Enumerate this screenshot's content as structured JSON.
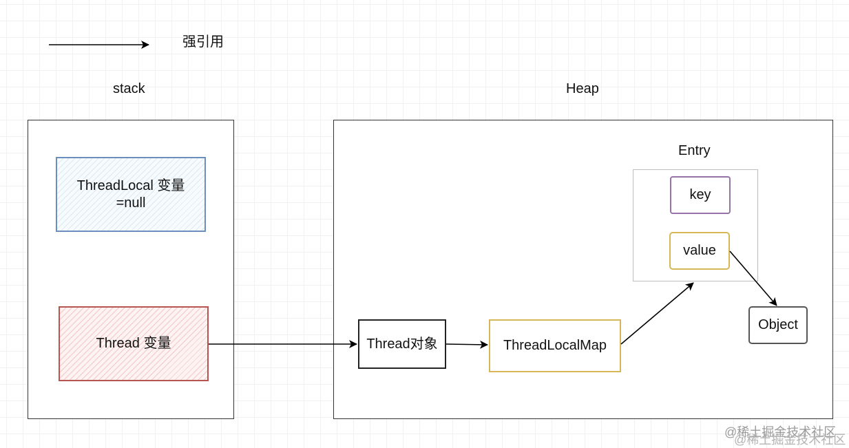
{
  "legend": {
    "label": "强引用"
  },
  "stack": {
    "title": "stack",
    "threadlocal_var": [
      "ThreadLocal 变量",
      "=null"
    ],
    "thread_var": "Thread 变量"
  },
  "heap": {
    "title": "Heap",
    "thread_obj": "Thread对象",
    "threadlocalmap": "ThreadLocalMap",
    "entry": {
      "title": "Entry",
      "key": "key",
      "value": "value"
    },
    "object": "Object"
  },
  "watermark": "@稀土掘金技术社区",
  "colors": {
    "threadlocal_border": "#6c8ebf",
    "thread_border": "#b85450",
    "map_border": "#d6b656",
    "key_border": "#9673a6",
    "object_border": "#555555"
  }
}
